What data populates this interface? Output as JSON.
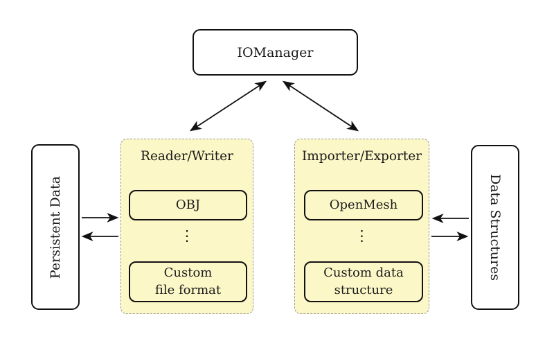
{
  "diagram": {
    "io_manager": {
      "label": "IOManager"
    },
    "persistent_data": {
      "label": "Persistent Data"
    },
    "data_structures": {
      "label": "Data Structures"
    },
    "reader_writer": {
      "title": "Reader/Writer",
      "item1": "OBJ",
      "ellipsis": "⋮",
      "item2_line1": "Custom",
      "item2_line2": "file format"
    },
    "importer_exporter": {
      "title": "Importer/Exporter",
      "item1": "OpenMesh",
      "ellipsis": "⋮",
      "item2_line1": "Custom data",
      "item2_line2": "structure"
    },
    "colors": {
      "container_fill": "#FBF7C7",
      "container_border": "#969696",
      "node_border": "#111111",
      "arrow": "#111111"
    }
  }
}
